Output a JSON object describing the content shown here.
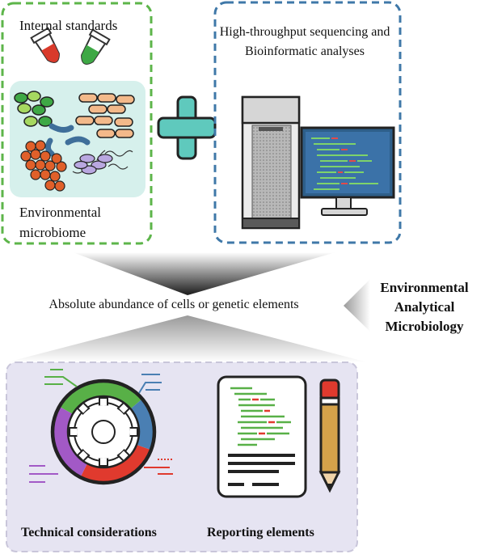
{
  "panels": {
    "internal_standards": "Internal standards",
    "environmental_microbiome": "Environmental microbiome",
    "sequencing": "High-throughput sequencing and Bioinformatic analyses"
  },
  "center": {
    "absolute_abundance": "Absolute abundance of cells or genetic elements",
    "side_title": "Environmental Analytical Microbiology"
  },
  "bottom": {
    "technical": "Technical considerations",
    "reporting": "Reporting elements"
  },
  "colors": {
    "green_border": "#5db54a",
    "blue_border": "#3f78a8",
    "plus": "#5fc9bd",
    "microbiome_bg": "#d6f0ec",
    "bottom_bg": "#e6e4f2",
    "ring_green": "#58b047",
    "ring_blue": "#4a7fb3",
    "ring_red": "#e03a2e",
    "ring_purple": "#a259c6",
    "tube_red": "#d93a2b",
    "tube_green": "#3ea845",
    "pencil": "#d5a24a"
  }
}
